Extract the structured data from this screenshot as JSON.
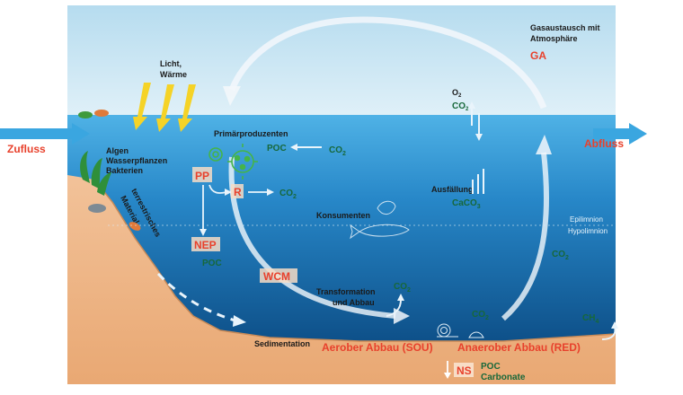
{
  "labels": {
    "light": "Licht,",
    "warmth": "Wärme",
    "gas_exchange_1": "Gasaustausch mit",
    "gas_exchange_2": "Atmosphäre",
    "ga": "GA",
    "primary_producers": "Primärproduzenten",
    "algae": "Algen",
    "plants": "Wasserpflanzen",
    "bacteria": "Bakterien",
    "pp": "PP",
    "poc_top": "POC",
    "co2_top": "CO",
    "r": "R",
    "co2_r": "CO",
    "nep": "NEP",
    "poc_nep": "POC",
    "terrestrial_1": "terrestrisches",
    "terrestrial_2": "Material",
    "consumers": "Konsumenten",
    "precipitation": "Ausfällung",
    "caco3": "CaCO",
    "o2": "O",
    "co2_gas": "CO",
    "epilimnion": "Epilimnion",
    "hypolimnion": "Hypolimnion",
    "co2_right": "CO",
    "wcm": "WCM",
    "transformation_1": "Transformation",
    "transformation_2": "und Abbau",
    "co2_transform": "CO",
    "co2_bottom": "CO",
    "ch4": "CH",
    "sedimentation": "Sedimentation",
    "aerobic": "Aerober Abbau (SOU)",
    "anaerobic": "Anaerober Abbau (RED)",
    "ns": "NS",
    "poc_ns": "POC",
    "carbonate": "Carbonate",
    "inflow": "Zufluss",
    "outflow": "Abfluss",
    "sub2": "2",
    "sub3": "3",
    "sub4": "4"
  },
  "colors": {
    "sky": "#cfe7f3",
    "water_top": "#2f93d3",
    "water_bottom": "#0c4e86",
    "sediment": "#f0b987",
    "code_red": "#e8412c",
    "green_text": "#17683a"
  }
}
